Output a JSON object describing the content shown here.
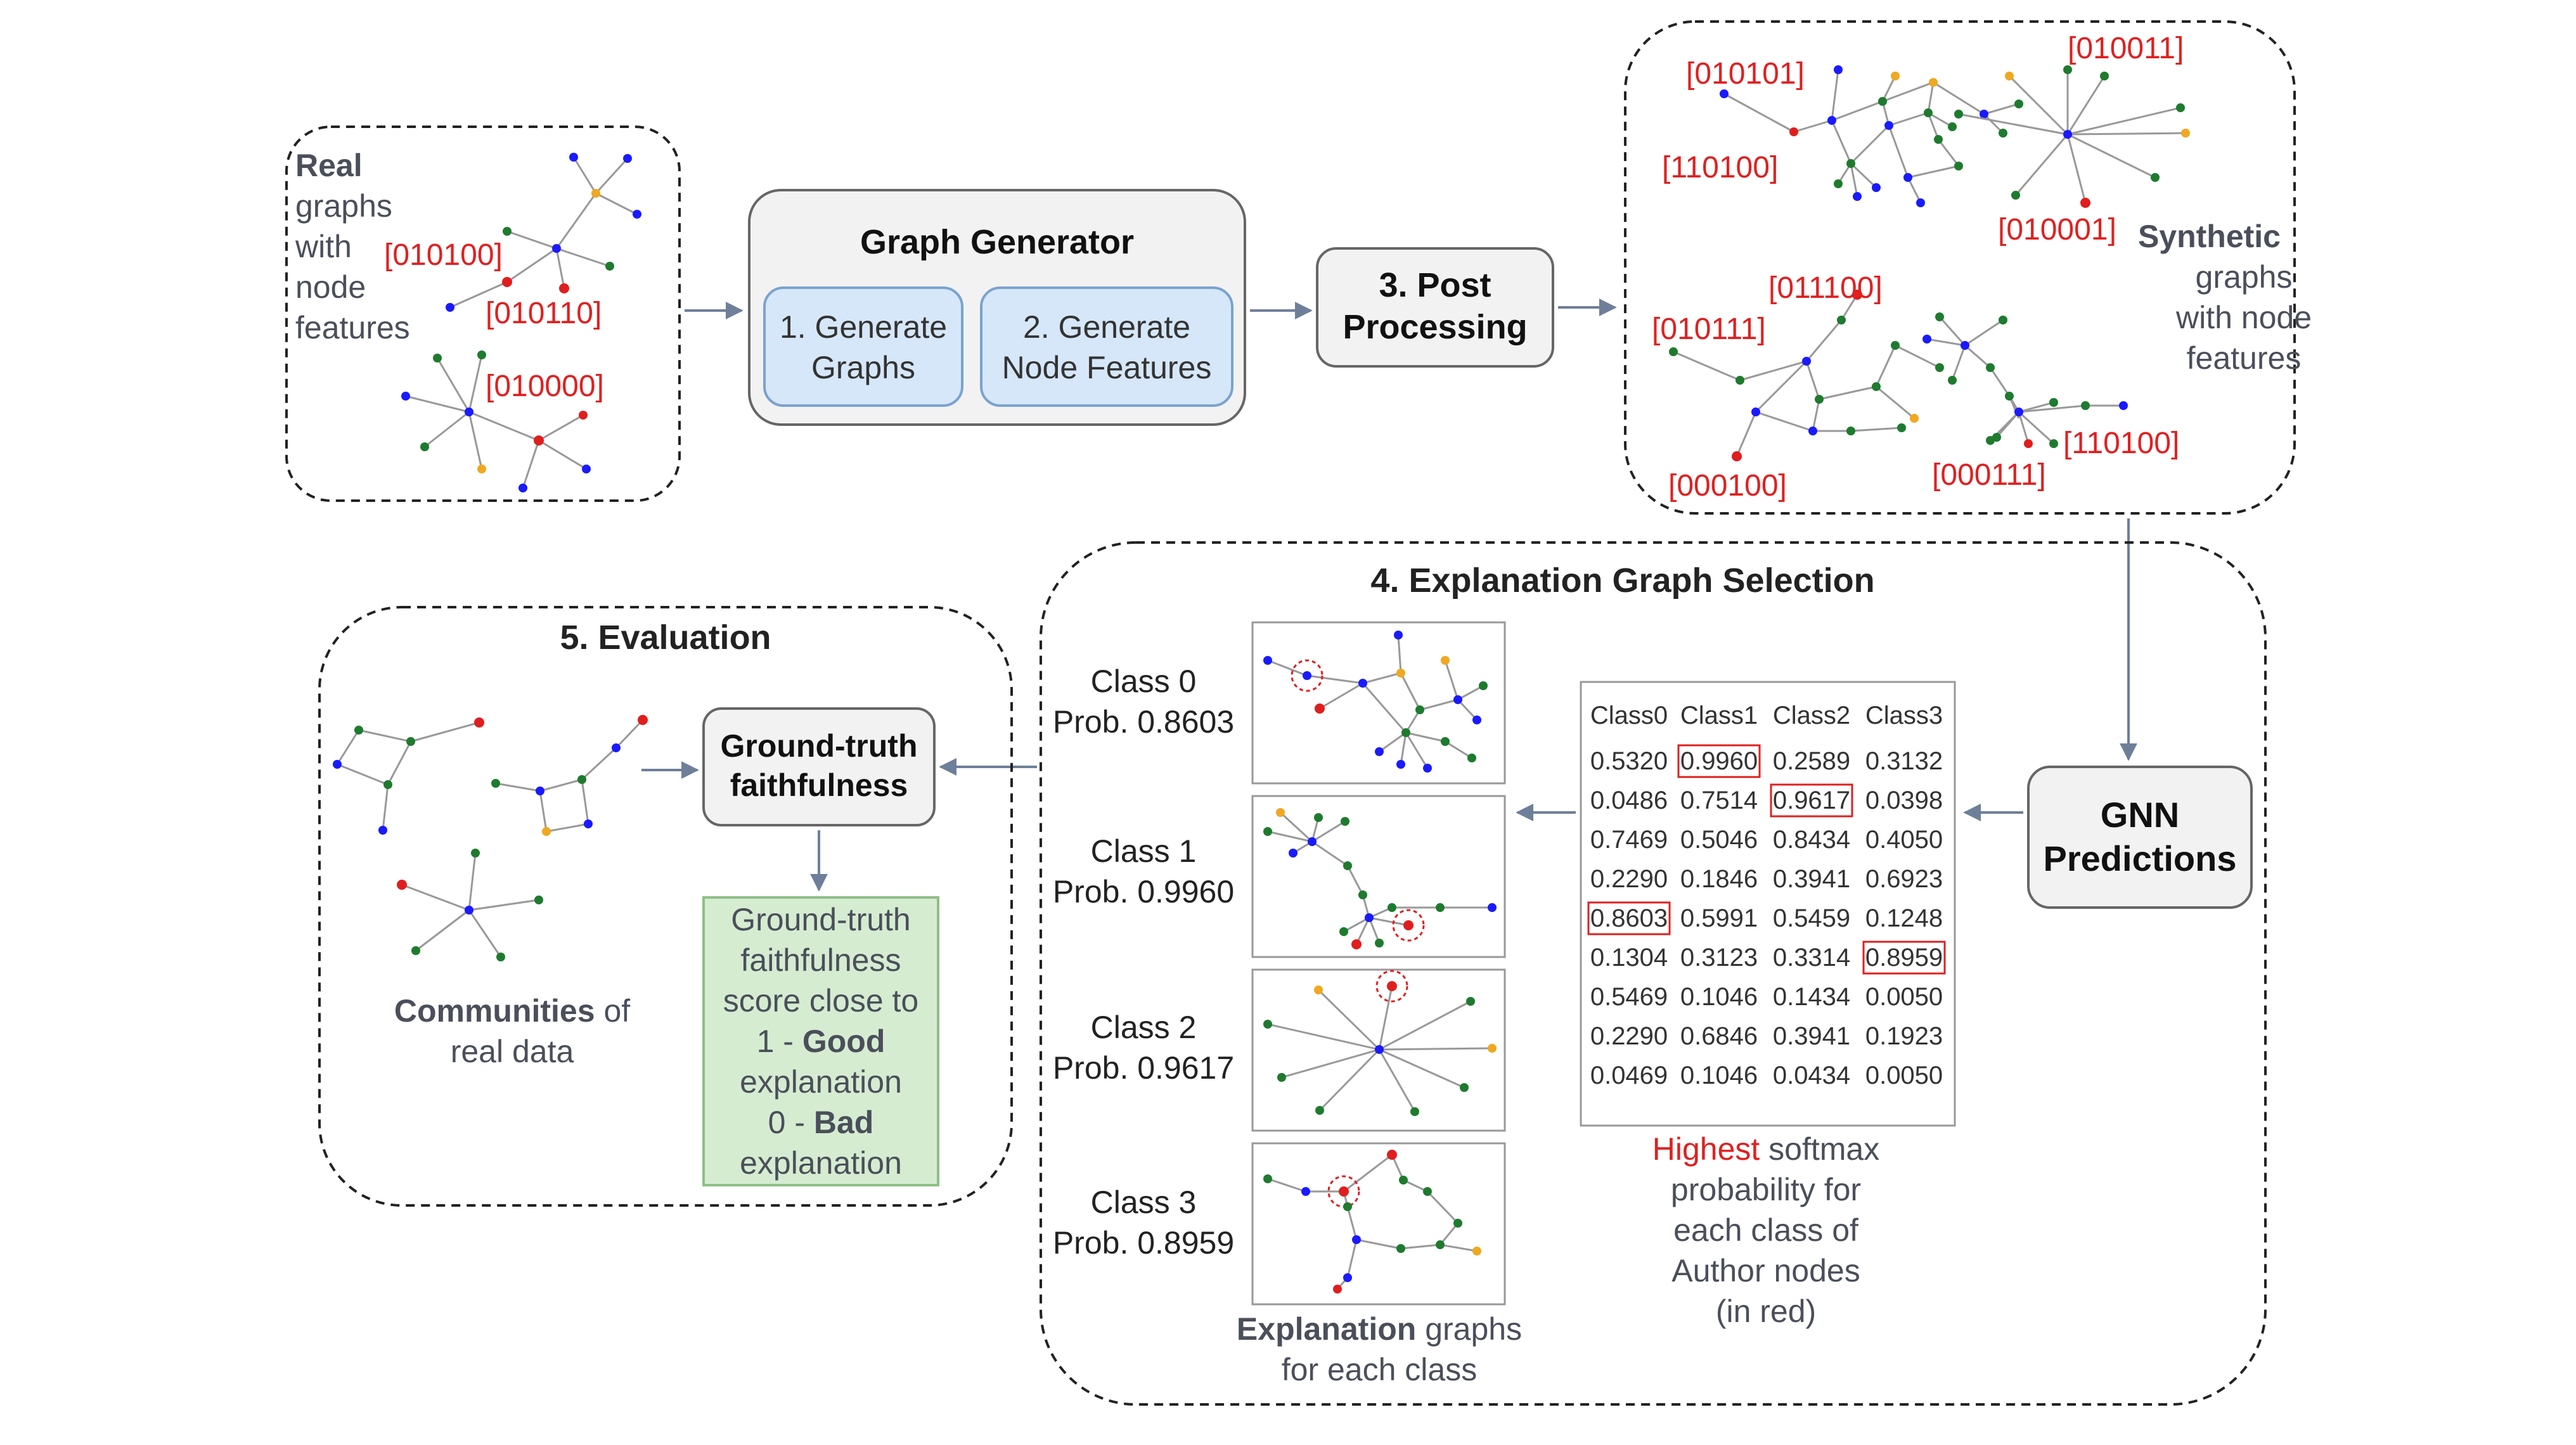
{
  "real_panel": {
    "title_bold": "Real",
    "lines": [
      "graphs",
      "with",
      "node",
      "features"
    ],
    "features": [
      "[010100]",
      "[010110]",
      "[010000]"
    ]
  },
  "generator": {
    "title": "Graph Generator",
    "step1_lines": [
      "1. Generate",
      "Graphs"
    ],
    "step2_lines": [
      "2. Generate",
      "Node Features"
    ]
  },
  "post": {
    "lines": [
      "3. Post",
      "Processing"
    ]
  },
  "synthetic_panel": {
    "title_bold": "Synthetic",
    "lines": [
      "graphs",
      "with node",
      "features"
    ],
    "features": [
      "[010101]",
      "[010011]",
      "[110100]",
      "[010001]",
      "[011100]",
      "[010111]",
      "[000100]",
      "[000111]",
      "[110100]"
    ]
  },
  "gnn": {
    "lines": [
      "GNN",
      "Predictions"
    ]
  },
  "selection": {
    "title": "4. Explanation Graph Selection",
    "classes": [
      {
        "label": "Class 0",
        "prob": "Prob. 0.8603"
      },
      {
        "label": "Class 1",
        "prob": "Prob. 0.9960"
      },
      {
        "label": "Class 2",
        "prob": "Prob. 0.9617"
      },
      {
        "label": "Class 3",
        "prob": "Prob. 0.8959"
      }
    ],
    "caption_bold": "Explanation",
    "caption_rest": " graphs",
    "caption_line2": "for each class",
    "table": {
      "headers": [
        "Class0",
        "Class1",
        "Class2",
        "Class3"
      ],
      "rows": [
        [
          "0.5320",
          "0.9960",
          "0.2589",
          "0.3132"
        ],
        [
          "0.0486",
          "0.7514",
          "0.9617",
          "0.0398"
        ],
        [
          "0.7469",
          "0.5046",
          "0.8434",
          "0.4050"
        ],
        [
          "0.2290",
          "0.1846",
          "0.3941",
          "0.6923"
        ],
        [
          "0.8603",
          "0.5991",
          "0.5459",
          "0.1248"
        ],
        [
          "0.1304",
          "0.3123",
          "0.3314",
          "0.8959"
        ],
        [
          "0.5469",
          "0.1046",
          "0.1434",
          "0.0050"
        ],
        [
          "0.2290",
          "0.6846",
          "0.3941",
          "0.1923"
        ],
        [
          "0.0469",
          "0.1046",
          "0.0434",
          "0.0050"
        ]
      ],
      "highlight_color": "#e02020"
    },
    "softmax_red": "Highest",
    "softmax_rest": " softmax",
    "softmax_lines": [
      "probability for",
      "each class of",
      "Author nodes",
      "(in red)"
    ]
  },
  "evaluation": {
    "title": "5. Evaluation",
    "gt_lines": [
      "Ground-truth",
      "faithfulness"
    ],
    "communities_bold": "Communities",
    "communities_rest": " of",
    "communities_line2": "real data",
    "score_lines": [
      "Ground-truth",
      "faithfulness",
      "score close to"
    ],
    "good_prefix": "1 - ",
    "good_bold": "Good",
    "line_explanation": "explanation",
    "bad_prefix": "0 - ",
    "bad_bold": "Bad",
    "line_explanation2": "explanation"
  },
  "colors": {
    "feature_red": "#e02020",
    "label_gray": "#4a4f5a",
    "arrow": "#6e7f99",
    "blue_box_fill": "#d6e7f9",
    "blue_box_stroke": "#7aa2cf",
    "green_box_fill": "#d5ecd1",
    "green_box_stroke": "#8fbf86",
    "gray_box_fill": "#f2f2f2",
    "node_blue": "#1a1aff",
    "node_green": "#1e7b2e",
    "node_red": "#e01e1e",
    "node_orange": "#f0a820"
  }
}
